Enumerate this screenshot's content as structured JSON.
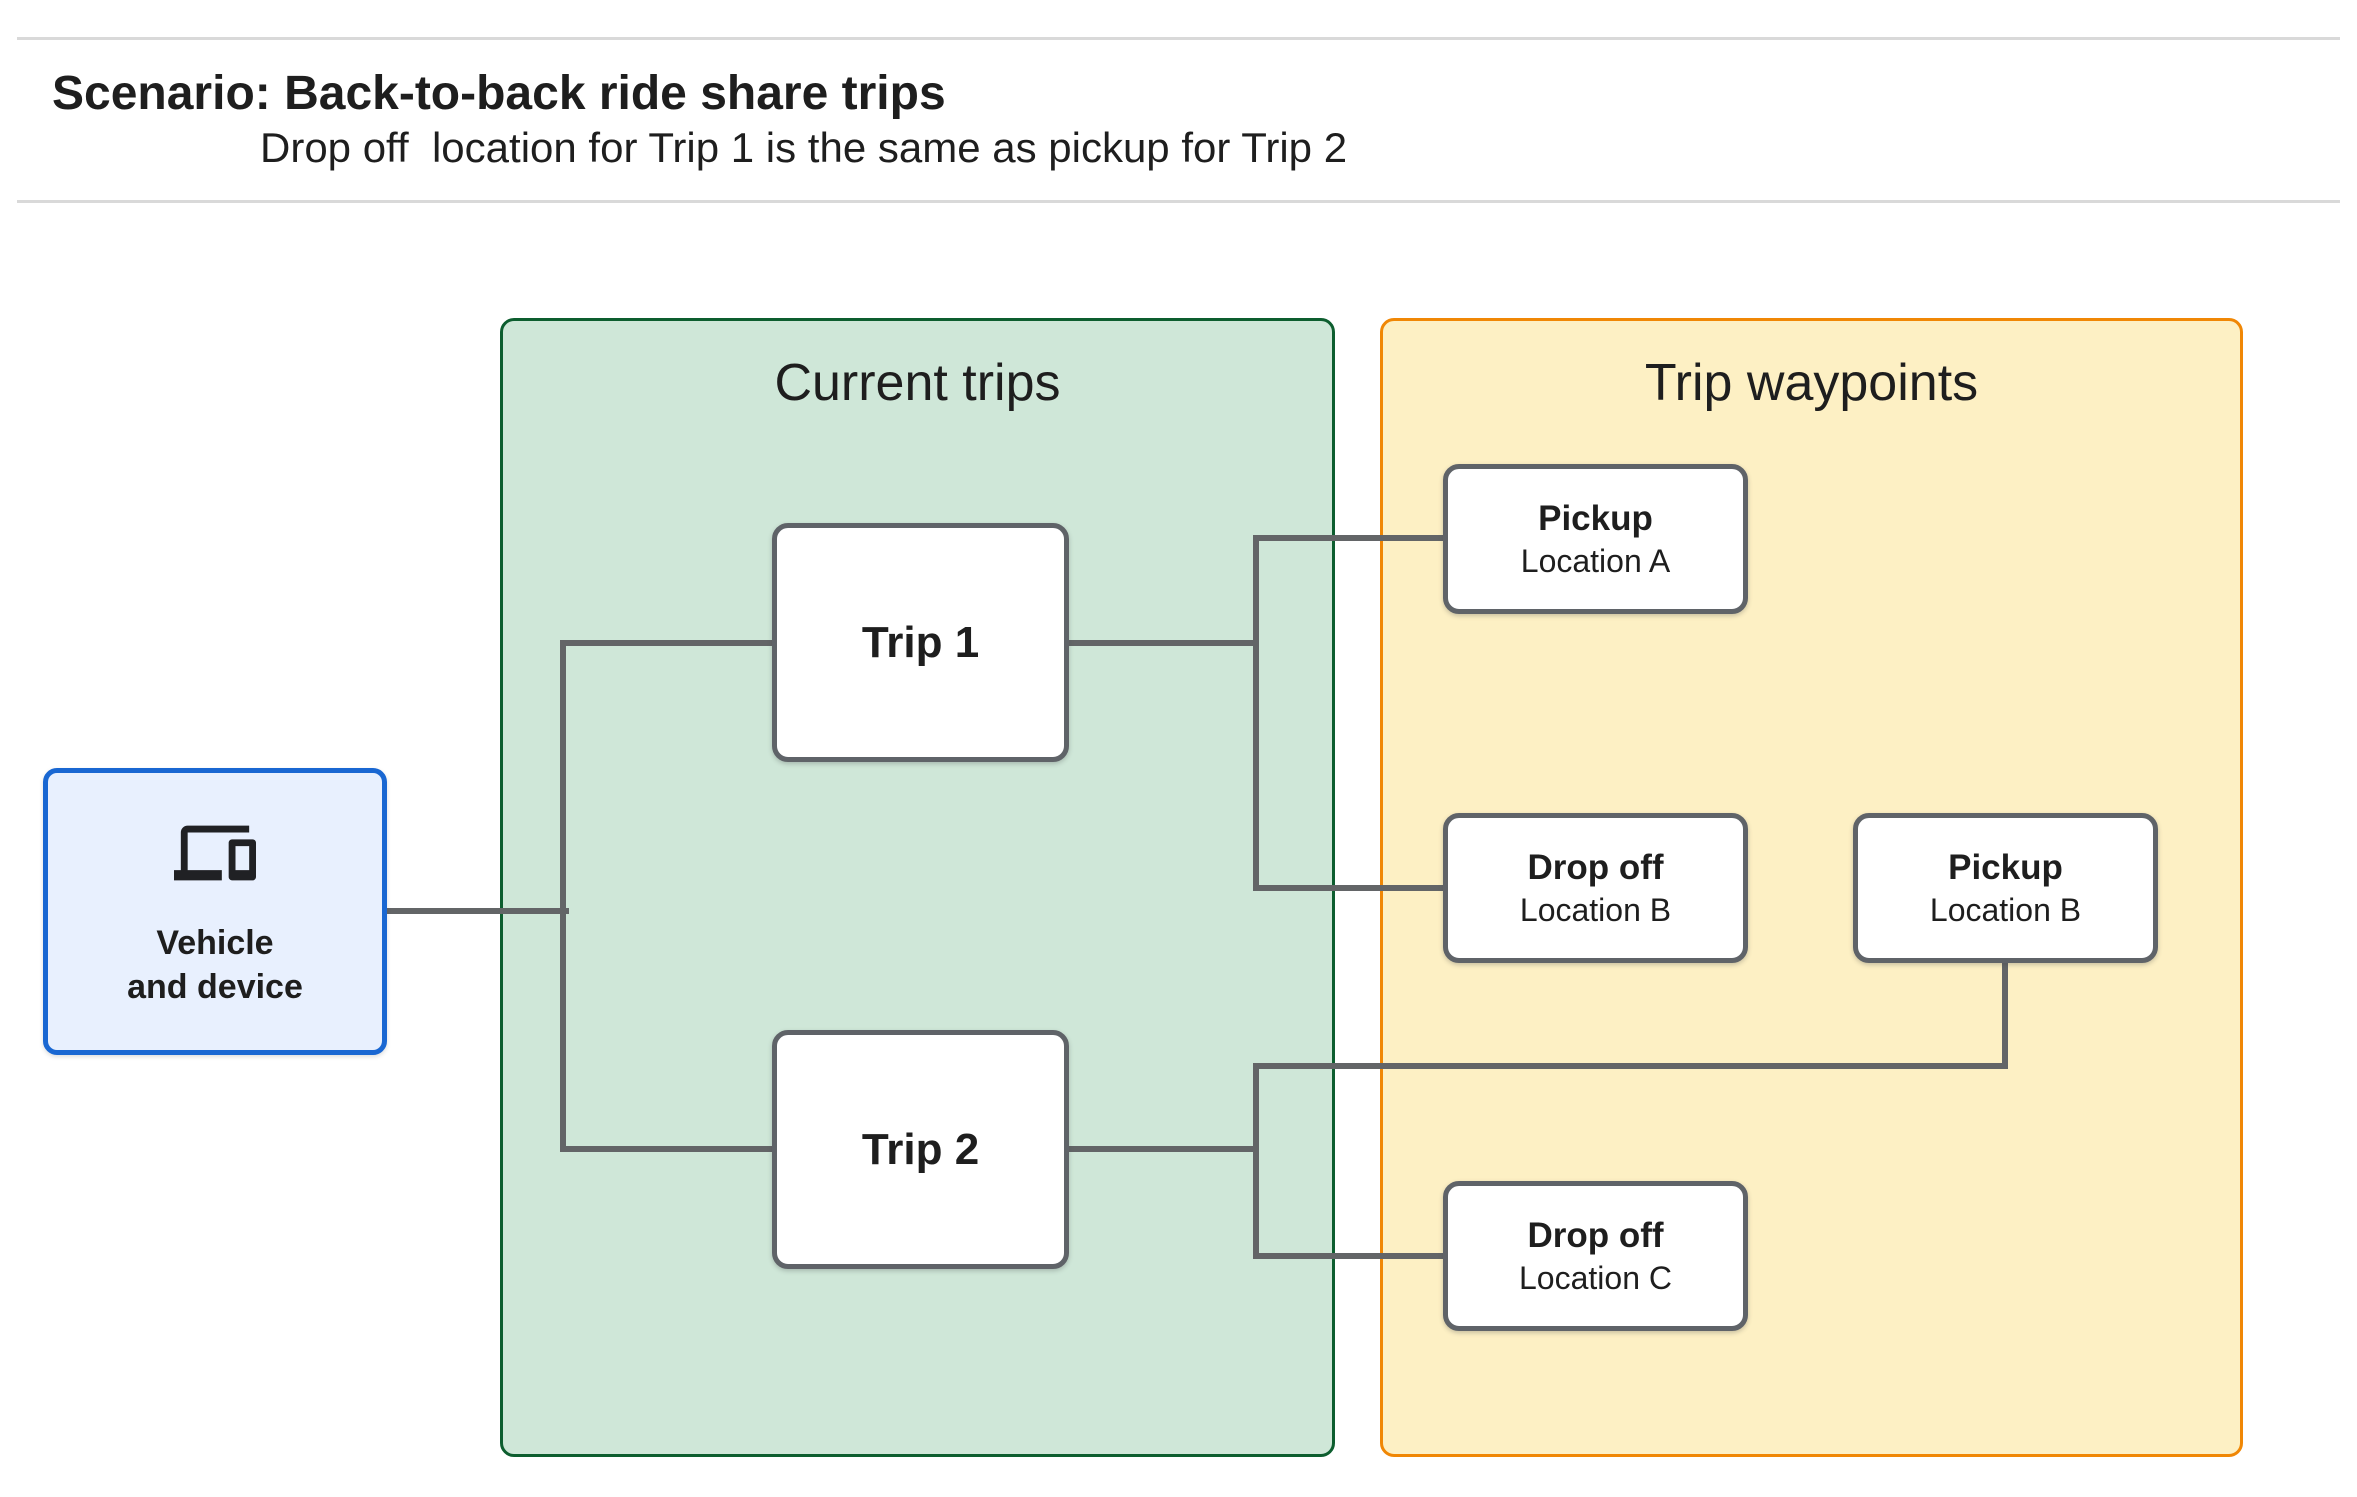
{
  "header": {
    "title": "Scenario: Back-to-back ride share trips",
    "subtitle": "Drop off  location for Trip 1 is the same as pickup for Trip 2"
  },
  "vehicle_node": {
    "label": "Vehicle\nand device",
    "icon": "devices-icon"
  },
  "groups": {
    "current_trips": {
      "title": "Current trips"
    },
    "trip_waypoints": {
      "title": "Trip waypoints"
    }
  },
  "trips": [
    {
      "label": "Trip 1"
    },
    {
      "label": "Trip 2"
    }
  ],
  "waypoints": [
    {
      "title": "Pickup",
      "subtitle": "Location A"
    },
    {
      "title": "Drop off",
      "subtitle": "Location B"
    },
    {
      "title": "Pickup",
      "subtitle": "Location B"
    },
    {
      "title": "Drop off",
      "subtitle": "Location C"
    }
  ],
  "colors": {
    "green_fill": "#cfe7d8",
    "green_border": "#0d5e2f",
    "orange_fill": "#fdf0c4",
    "orange_border": "#f08705",
    "blue_fill": "#e8f0fe",
    "blue_border": "#1967d2",
    "line_gray": "#636567",
    "box_border": "#5f6368",
    "divider": "#d9d9d9",
    "text": "#1e1e1e"
  }
}
